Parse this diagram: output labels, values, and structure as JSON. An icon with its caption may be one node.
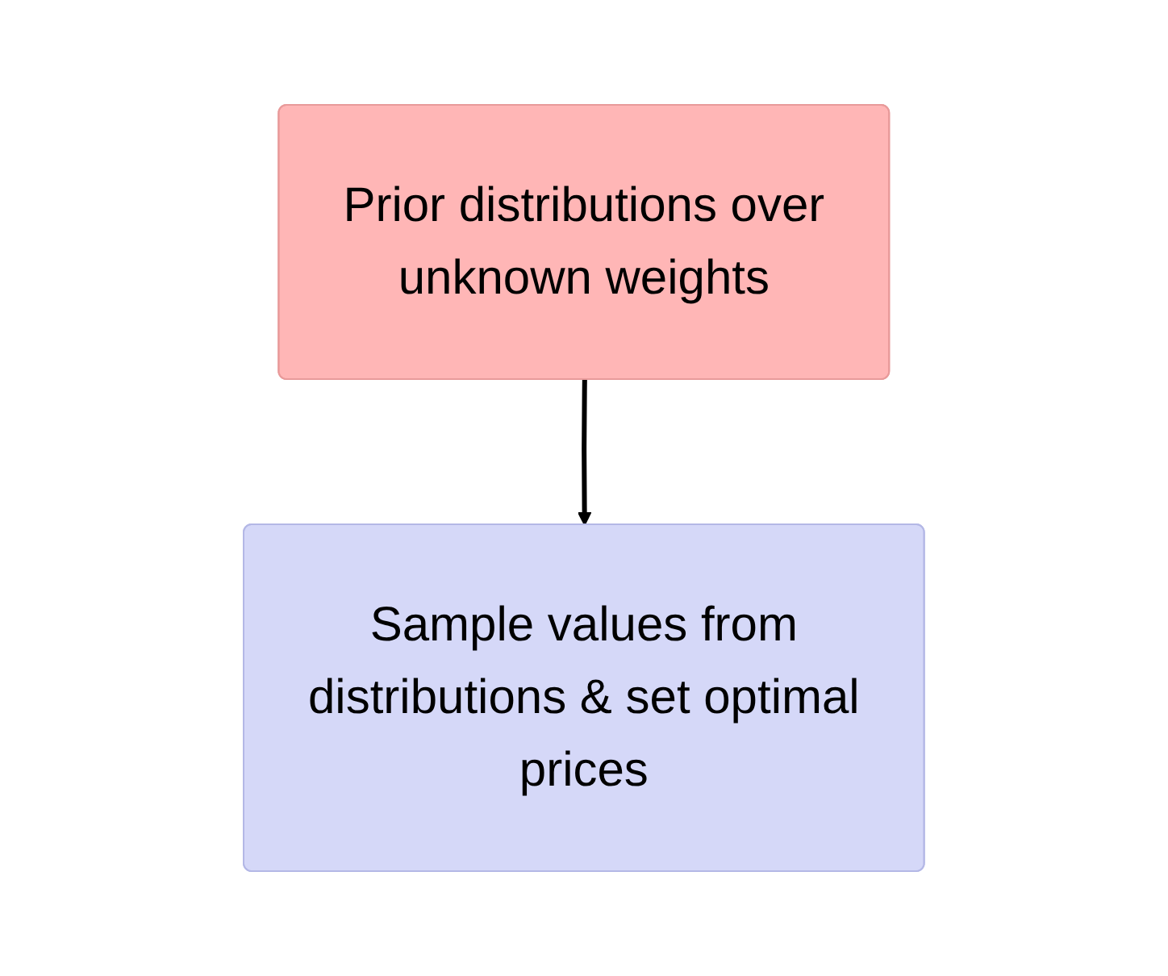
{
  "diagram": {
    "nodes": [
      {
        "text": [
          "Prior distributions over unknown weights"
        ]
      },
      {
        "text": [
          "Sample values from distributions & set optimal prices"
        ]
      }
    ],
    "edges": [
      {
        "from": 0,
        "to": 1,
        "arrow": "to"
      }
    ]
  }
}
